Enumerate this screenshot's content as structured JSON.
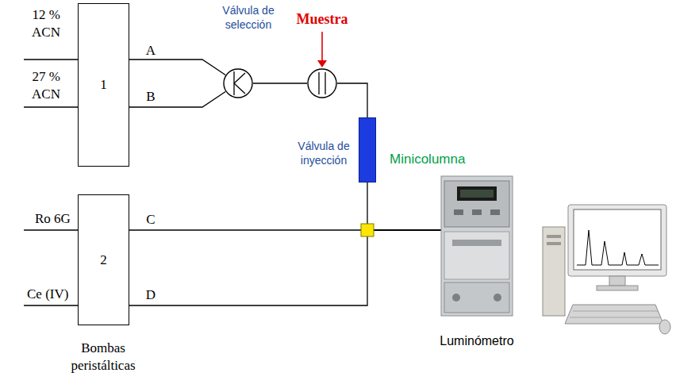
{
  "diagram": {
    "nodes": [
      {
        "text": [
          "1"
        ]
      },
      {
        "text": [
          "2"
        ]
      },
      {
        "text": [
          "Válvula de selección"
        ]
      },
      {
        "text": [
          "Válvula de inyección"
        ]
      },
      {
        "text": [
          "Minicolumna"
        ]
      },
      {
        "text": [
          "Luminómetro"
        ]
      }
    ],
    "edges": [
      {
        "from": 0,
        "to": 2,
        "label": "A",
        "arrow": "none"
      },
      {
        "from": 0,
        "to": 2,
        "label": "B",
        "arrow": "none"
      },
      {
        "from": 2,
        "to": 3,
        "arrow": "none"
      },
      {
        "from": 3,
        "to": 4,
        "arrow": "none"
      },
      {
        "from": 4,
        "to": 5,
        "arrow": "none"
      },
      {
        "from": 1,
        "to": 5,
        "label": "C",
        "arrow": "none"
      },
      {
        "from": 1,
        "to": 5,
        "label": "D",
        "arrow": "none"
      }
    ],
    "labels": [
      "12 % ACN",
      "27 % ACN",
      "Ro 6G",
      "Ce (IV)",
      "Muestra",
      "Bombas peristálticas"
    ]
  }
}
